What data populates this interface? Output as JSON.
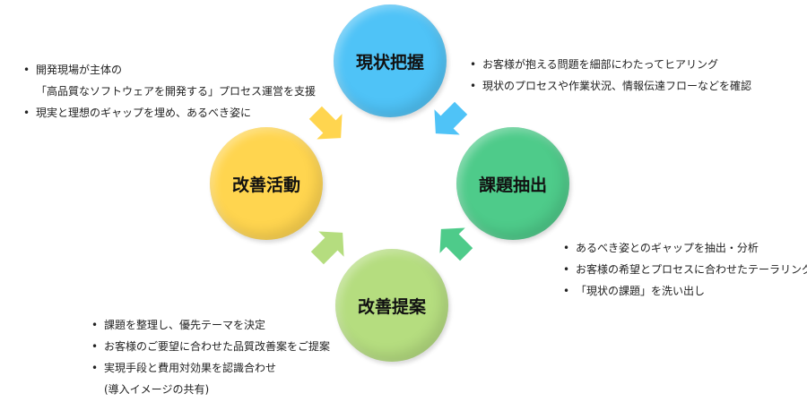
{
  "steps": [
    {
      "label": "現状把握",
      "color": "#4fc3f7"
    },
    {
      "label": "課題抽出",
      "color": "#4ecb8a"
    },
    {
      "label": "改善提案",
      "color": "#b5dd7f"
    },
    {
      "label": "改善活動",
      "color": "#ffd54f"
    }
  ],
  "notes": {
    "kaizen_katsudo": [
      "開発現場が主体の",
      "「高品質なソフトウェアを開発する」プロセス運営を支援",
      "現実と理想のギャップを埋め、あるべき姿に"
    ],
    "genjo_haaku": [
      "お客様が抱える問題を細部にわたってヒアリング",
      "現状のプロセスや作業状況、情報伝達フローなどを確認"
    ],
    "kadai_chushutsu": [
      "あるべき姿とのギャップを抽出・分析",
      "お客様の希望とプロセスに合わせたテーラリング",
      "「現状の課題」を洗い出し"
    ],
    "kaizen_teian": [
      "課題を整理し、優先テーマを決定",
      "お客様のご要望に合わせた品質改善案をご提案",
      "実現手段と費用対効果を認識合わせ",
      "(導入イメージの共有)"
    ]
  }
}
